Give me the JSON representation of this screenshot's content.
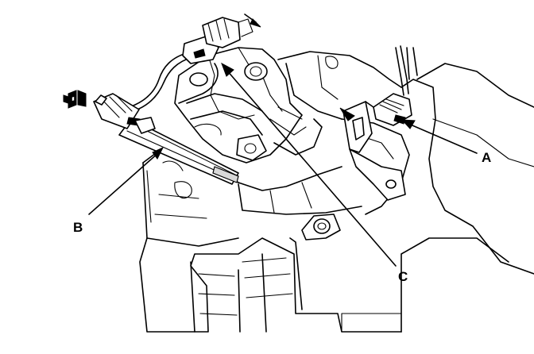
{
  "diagram": {
    "callouts": {
      "a": "A",
      "b": "B",
      "c": "C"
    }
  }
}
